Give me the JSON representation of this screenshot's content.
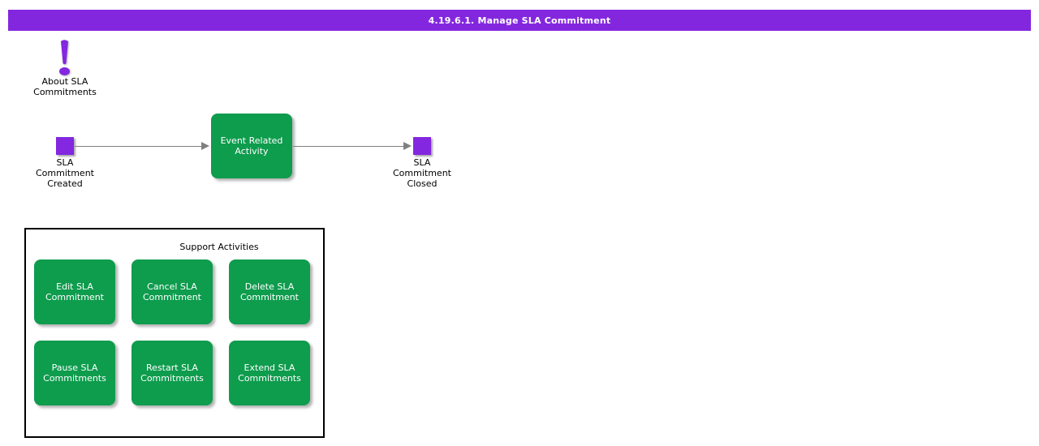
{
  "colors": {
    "purple": "#8327e0",
    "header_purple": "#8327df",
    "green": "#0e9c4d",
    "arrow_gray": "#808080",
    "label_black": "#000000",
    "box_text_white": "#ffffff"
  },
  "header": {
    "title": "4.19.6.1. Manage SLA Commitment"
  },
  "about": {
    "icon": "exclamation-icon",
    "lines": [
      "About SLA",
      "Commitments"
    ]
  },
  "flow": {
    "start_event": {
      "lines": [
        "SLA",
        "Commitment",
        "Created"
      ]
    },
    "activity": {
      "lines": [
        "Event Related",
        "Activity"
      ]
    },
    "end_event": {
      "lines": [
        "SLA",
        "Commitment",
        "Closed"
      ]
    }
  },
  "support": {
    "title": "Support Activities",
    "buttons": [
      {
        "lines": [
          "Edit SLA",
          "Commitment"
        ]
      },
      {
        "lines": [
          "Cancel SLA",
          "Commitment"
        ]
      },
      {
        "lines": [
          "Delete SLA",
          "Commitment"
        ]
      },
      {
        "lines": [
          "Pause SLA",
          "Commitments"
        ]
      },
      {
        "lines": [
          "Restart SLA",
          "Commitments"
        ]
      },
      {
        "lines": [
          "Extend SLA",
          "Commitments"
        ]
      }
    ]
  }
}
